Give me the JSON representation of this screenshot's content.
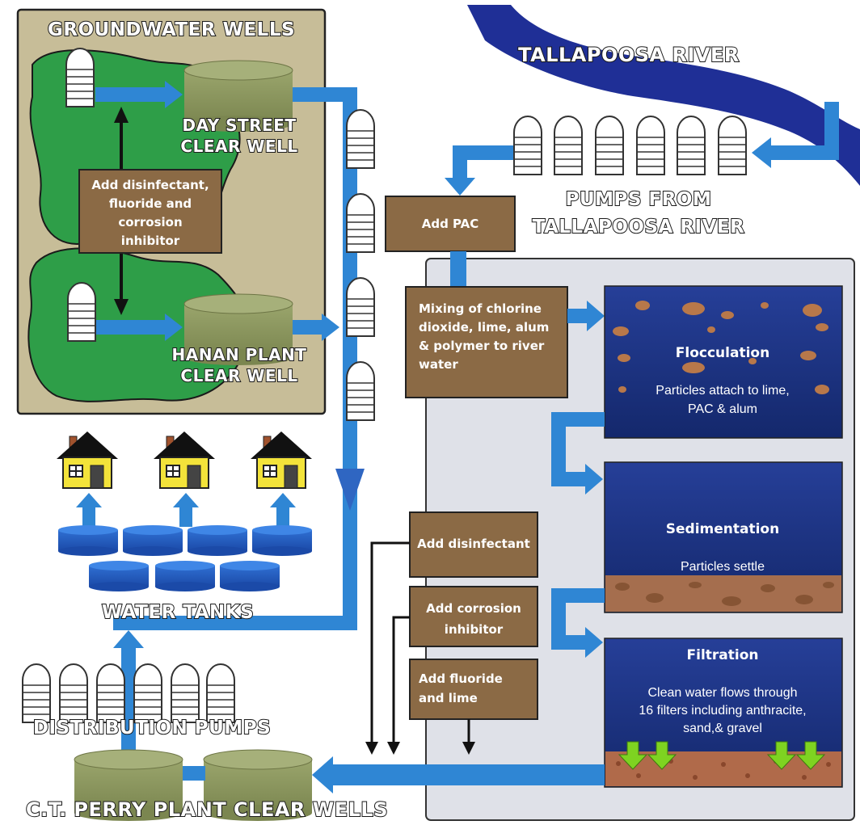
{
  "labels": {
    "groundwater_wells": "GROUNDWATER WELLS",
    "tallapoosa_river": "TALLAPOOSA RIVER",
    "day_street_1": "DAY STREET",
    "day_street_2": "CLEAR WELL",
    "hanan_1": "HANAN PLANT",
    "hanan_2": "CLEAR WELL",
    "pumps_river_1": "PUMPS FROM",
    "pumps_river_2": "TALLAPOOSA RIVER",
    "water_tanks": "WATER TANKS",
    "distribution_pumps": "DISTRIBUTION PUMPS",
    "ct_perry": "C.T. PERRY PLANT CLEAR WELLS"
  },
  "boxes": {
    "gw_add_line1": "Add disinfectant,",
    "gw_add_line2": "fluoride and",
    "gw_add_line3": "corrosion",
    "gw_add_line4": "inhibitor",
    "add_pac": "Add PAC",
    "mixing_line1": "Mixing of chlorine",
    "mixing_line2": "dioxide, lime, alum",
    "mixing_line3": "& polymer to river",
    "mixing_line4": "water",
    "add_disinfectant": "Add disinfectant",
    "add_corrosion_line1": "Add corrosion",
    "add_corrosion_line2": "inhibitor",
    "add_fluoride_line1": "Add fluoride",
    "add_fluoride_line2": "and lime"
  },
  "stages": {
    "flocculation_title": "Flocculation",
    "flocculation_line1": "Particles attach to lime,",
    "flocculation_line2": "PAC & alum",
    "sedimentation_title": "Sedimentation",
    "sedimentation_line1": "Particles settle",
    "filtration_title": "Filtration",
    "filtration_line1": "Clean water flows through",
    "filtration_line2": "16 filters including anthracite,",
    "filtration_line3": "sand,& gravel"
  },
  "colors": {
    "pipe": "#2f86d4",
    "brown_box": "#8b6a45",
    "tan_panel": "#c7bd98",
    "green_land": "#2e9e48",
    "river": "#1f2f96",
    "tank_olive": "#8f9a63",
    "stage_blue": "#1e3a8a",
    "gray_panel": "#dfe1e8"
  }
}
